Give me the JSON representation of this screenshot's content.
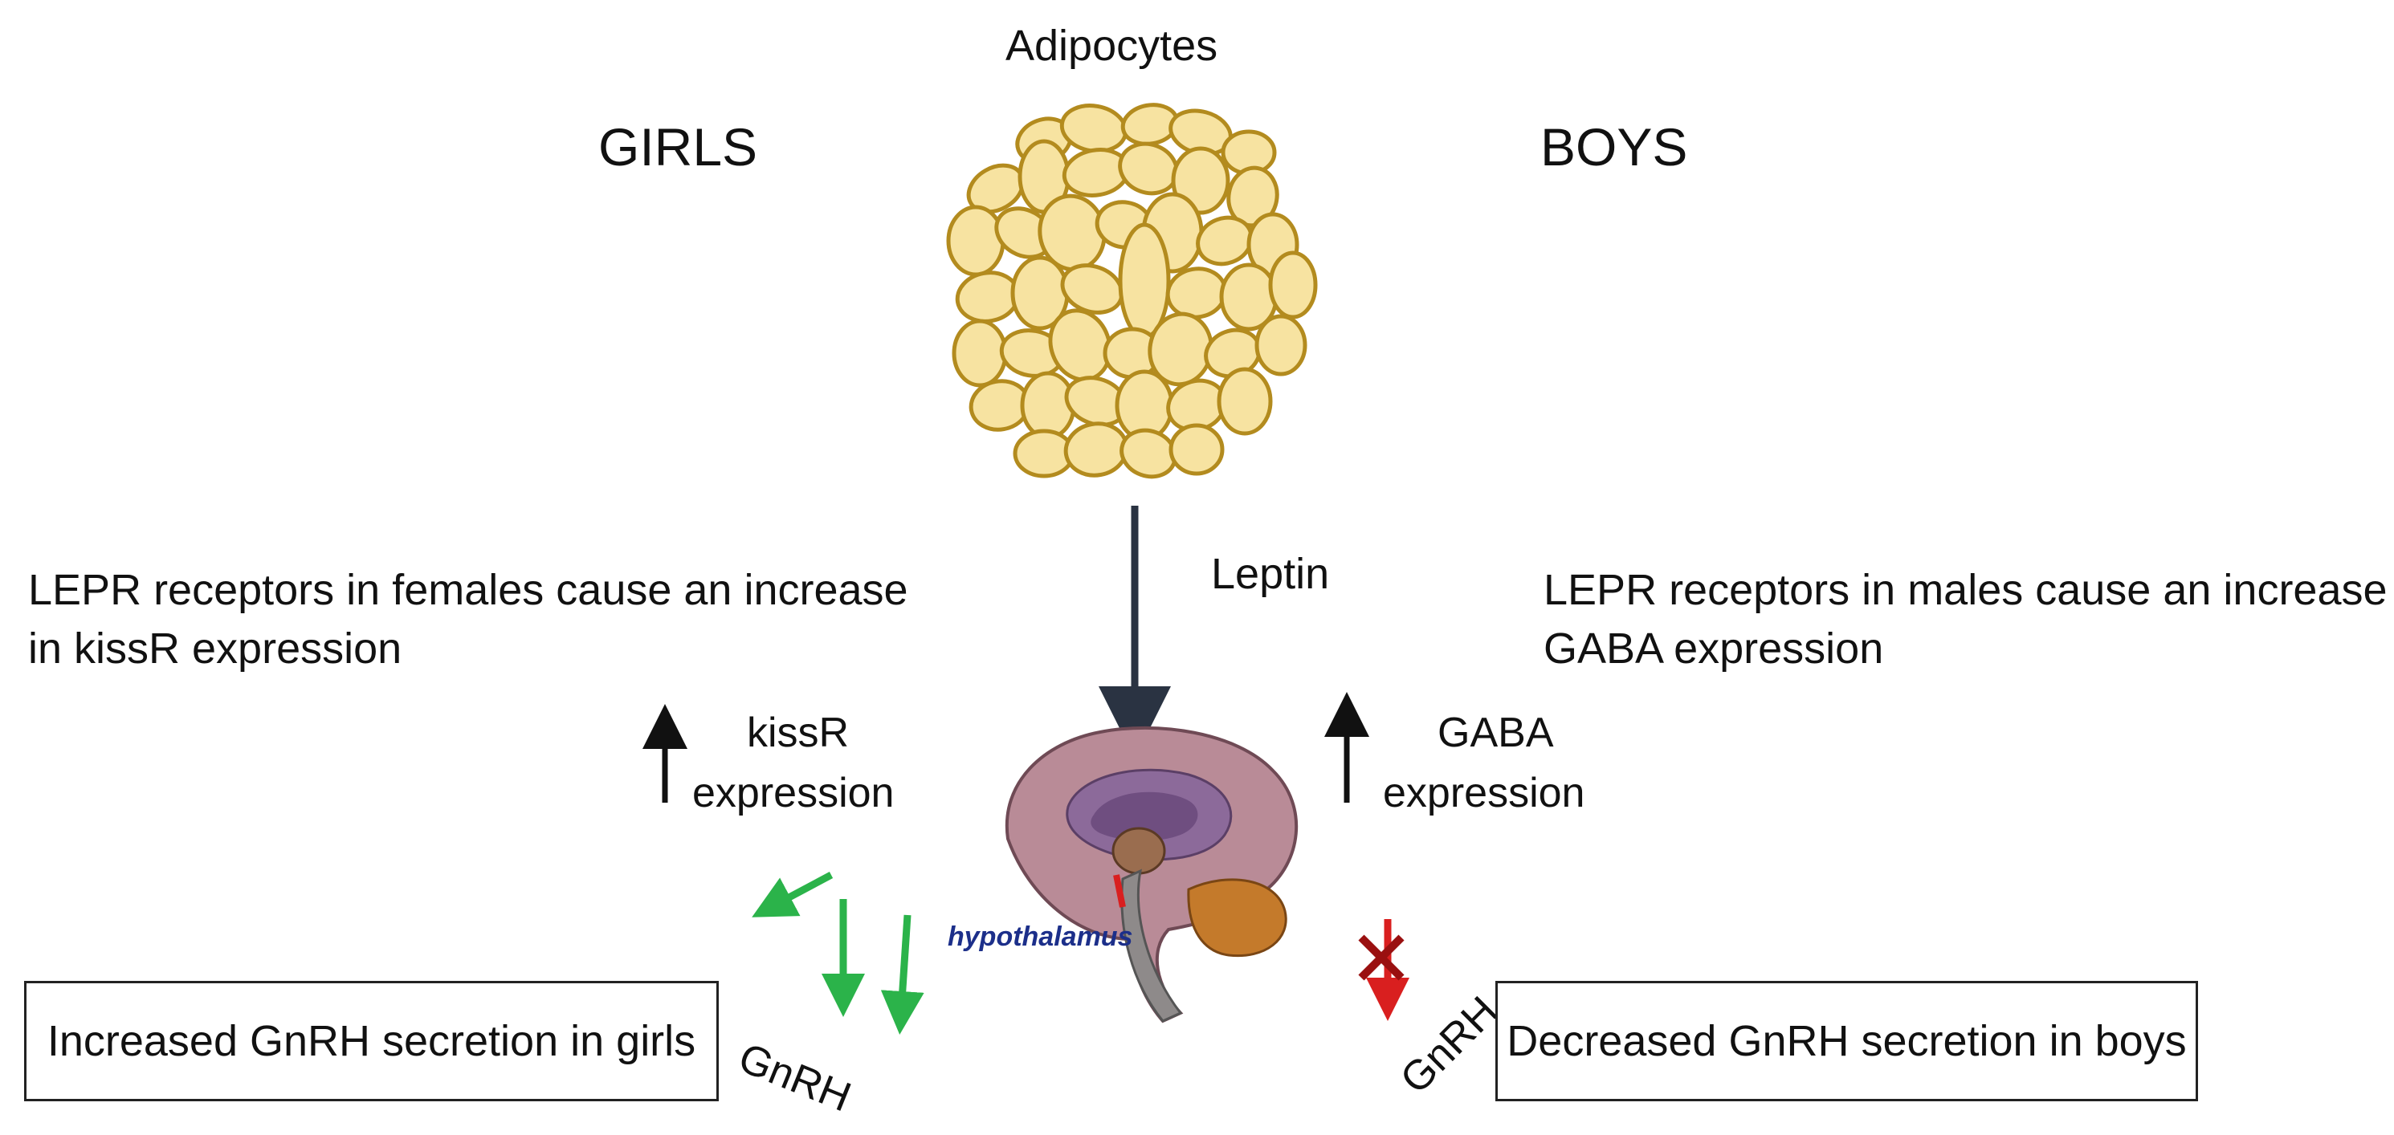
{
  "diagram": {
    "source_label": "Adipocytes",
    "left_heading": "GIRLS",
    "right_heading": "BOYS",
    "hormone_label": "Leptin",
    "left_description_line1": "LEPR receptors in females cause an increase",
    "left_description_line2": "in kissR expression",
    "right_description_line1": "LEPR receptors in males cause an increase in",
    "right_description_line2": "GABA expression",
    "left_marker_line1": "kissR",
    "left_marker_line2": "expression",
    "right_marker_line1": "GABA",
    "right_marker_line2": "expression",
    "brain_region_label": "hypothalamus",
    "left_output_label": "GnRH",
    "right_output_label": "GnRH",
    "left_outcome": "Increased GnRH secretion in girls",
    "right_outcome": "Decreased GnRH secretion in boys"
  },
  "colors": {
    "adipocyte_fill": "#f7e3a1",
    "adipocyte_stroke": "#b38b1e",
    "arrow_dark": "#2a3342",
    "stimulate_green": "#2bb34a",
    "inhibit_red": "#d91f1f",
    "hypothalamus_text": "#1c2f8a",
    "brain_cortex": "#b98b97",
    "cerebellum": "#c47a2b"
  }
}
